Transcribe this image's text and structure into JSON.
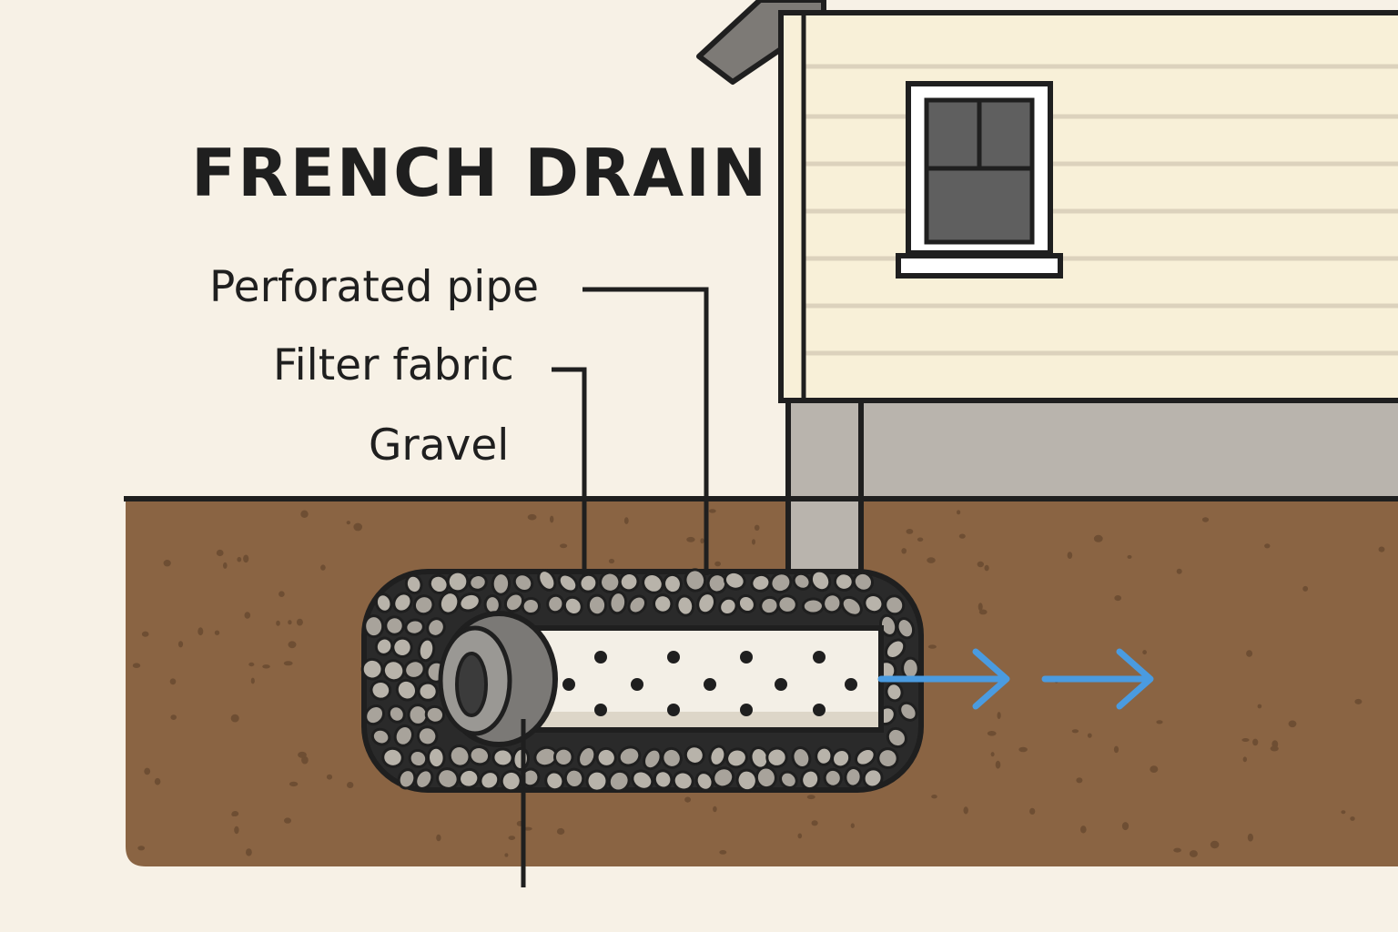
{
  "title": "FRENCH DRAIN",
  "labels": {
    "perforated_pipe": "Perforated pipe",
    "filter_fabric": "Filter fabric",
    "gravel": "Gravel"
  },
  "colors": {
    "background": "#f7f1e6",
    "soil": "#8a6443",
    "house_siding": "#f8f0d8",
    "foundation": "#b9b4ad",
    "gravel": "#a8a39b",
    "pipe": "#f3efe6",
    "water_flow": "#4a9be0",
    "outline": "#1f1f1f"
  },
  "icons": {
    "flow_arrow": "arrow-right-icon",
    "window": "window-icon"
  }
}
